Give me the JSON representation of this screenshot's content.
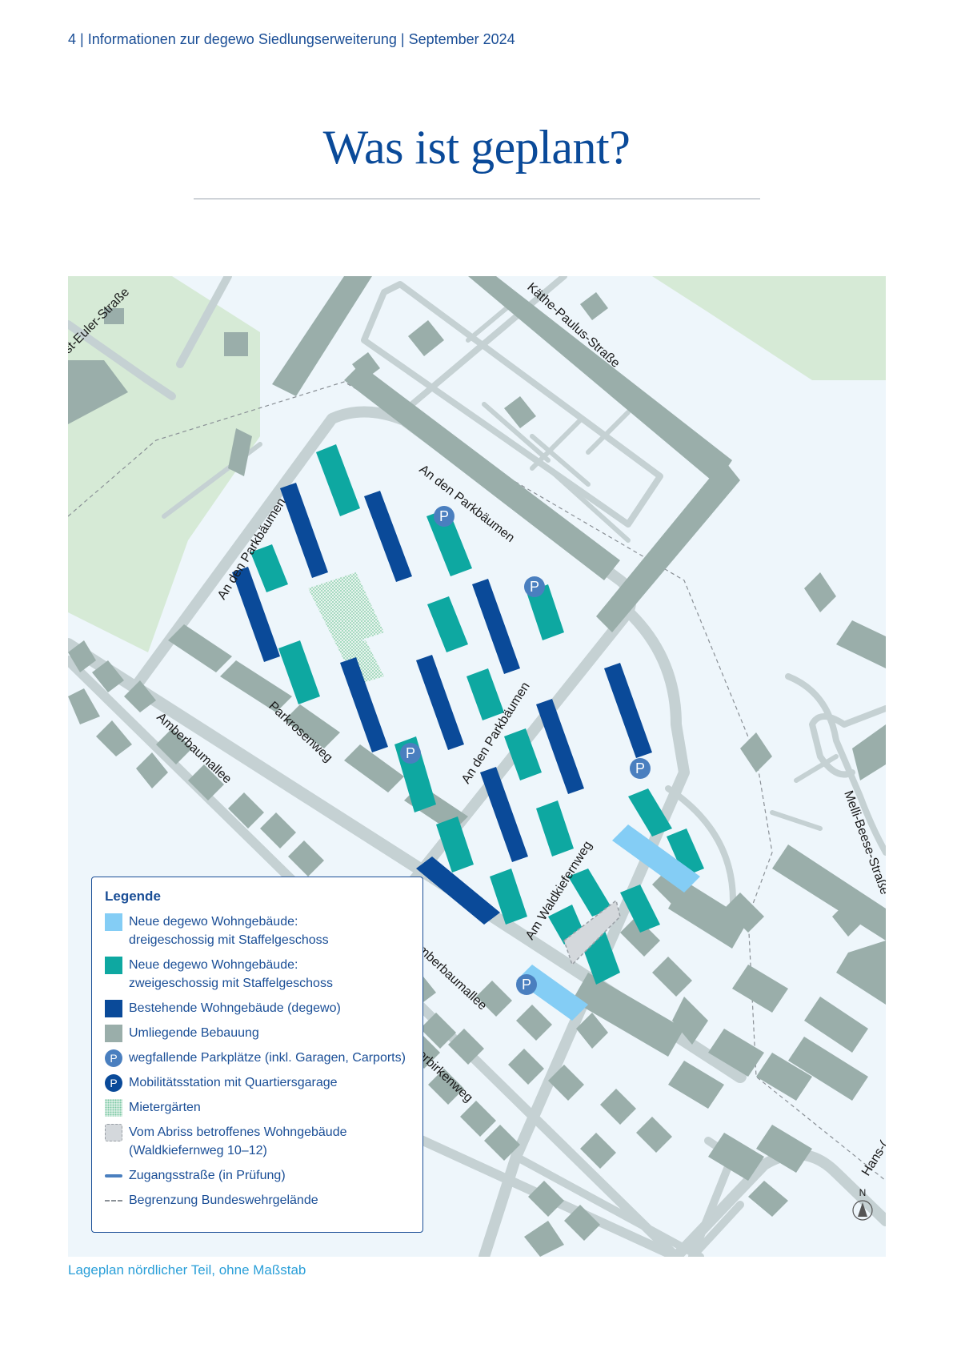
{
  "header": {
    "text": "4 | Informationen zur degewo Siedlungserweiterung | September 2024"
  },
  "title": "Was ist geplant?",
  "map": {
    "streets": {
      "august_euler": "gust-Euler-Straße",
      "kaethe_paulus": "Käthe-Paulus-Straße",
      "an_den_parkbaeumen_1": "An den Parkbäumen",
      "an_den_parkbaeumen_2": "An den Parkbäumen",
      "an_den_parkbaeumen_3": "An den Parkbäumen",
      "parkrosenweg": "Parkrosenweg",
      "amberbaumallee_1": "Amberbaumallee",
      "amberbaumallee_2": "Amberbaumallee",
      "am_waldkiefernweg": "Am Waldkiefernweg",
      "moorbirkenweg": "Moorbirkenweg",
      "melli_beese": "Melli-Beese-Straße",
      "hans": "Hans-("
    },
    "parking_symbol": "P",
    "north_label": "N",
    "colors": {
      "new_three_storey": "#84cdf5",
      "new_two_storey": "#0ea8a1",
      "existing_degewo": "#0a4a99",
      "surrounding": "#9aaeaa",
      "road": "#c5d1d3",
      "green": "#d6ead6",
      "background": "#eef6fb"
    }
  },
  "legend": {
    "title": "Legende",
    "items": [
      {
        "symbol": "light-blue-square",
        "line1": "Neue degewo Wohngebäude:",
        "line2": "dreigeschossig mit Staffelgeschoss"
      },
      {
        "symbol": "teal-square",
        "line1": "Neue degewo Wohngebäude:",
        "line2": "zweigeschossig mit Staffelgeschoss"
      },
      {
        "symbol": "dark-blue-square",
        "line1": "Bestehende Wohngebäude (degewo)"
      },
      {
        "symbol": "grey-square",
        "line1": "Umliegende Bebauung"
      },
      {
        "symbol": "parking-icon",
        "glyph": "P",
        "line1": "wegfallende Parkplätze (inkl. Garagen, Carports)"
      },
      {
        "symbol": "mobility-icon",
        "glyph": "P",
        "line1": "Mobilitätsstation mit Quartiersgarage"
      },
      {
        "symbol": "garden-pattern",
        "line1": "Mietergärten"
      },
      {
        "symbol": "demolition-shape",
        "line1": "Vom Abriss betroffenes Wohngebäude",
        "line2": "(Waldkiefernweg 10–12)"
      },
      {
        "symbol": "access-road-line",
        "line1": "Zugangsstraße (in Prüfung)"
      },
      {
        "symbol": "boundary-dash",
        "line1": "Begrenzung Bundeswehrgelände"
      }
    ]
  },
  "caption": "Lageplan nördlicher Teil, ohne Maßstab"
}
